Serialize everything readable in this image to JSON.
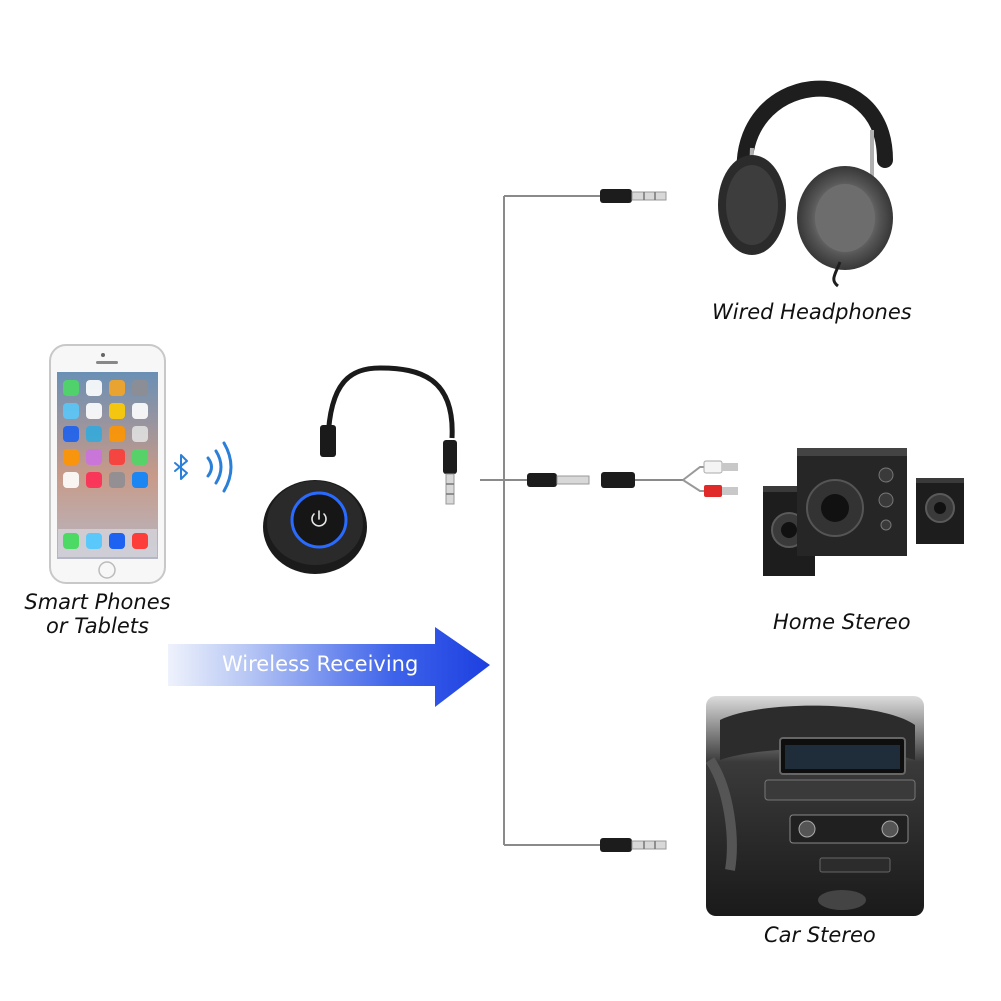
{
  "labels": {
    "phone_line1": "Smart Phones",
    "phone_line2": "or Tablets",
    "headphones": "Wired Headphones",
    "home_stereo": "Home Stereo",
    "car_stereo": "Car Stereo",
    "arrow": "Wireless Receiving"
  },
  "icons": {
    "bluetooth": "bluetooth-icon",
    "wireless_signal": "wireless-signal-icon",
    "power": "power-icon"
  },
  "colors": {
    "arrow_dark": "#1c3fe0",
    "arrow_light": "#e6ecfb",
    "receiver_ring": "#2a6bff",
    "cable": "#8a8a8a",
    "bluetooth_icon": "#2a7fd8"
  }
}
